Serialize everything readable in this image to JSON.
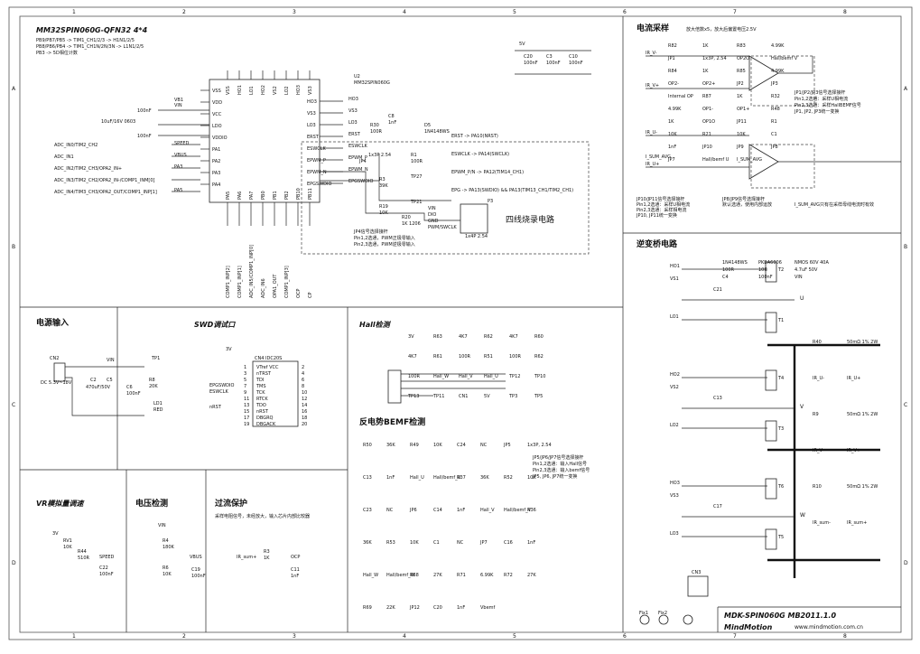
{
  "frame": {
    "cols": [
      "1",
      "2",
      "3",
      "4",
      "5",
      "6",
      "7",
      "8"
    ],
    "rows": [
      "A",
      "B",
      "C",
      "D"
    ]
  },
  "mcu": {
    "title": "MM32SPIN060G-QFN32 4*4",
    "notes": [
      "PB9/PB7/PB5 -> TIM1_CH1/2/3 -> H1N1/2/5",
      "PB8/PB6/PB4 -> TIM1_CH1N/2N/3N -> L1N1/2/5",
      "PB3 -> 5D相位计数"
    ],
    "pins_left": [
      "VSS",
      "VDD",
      "VCC",
      "LDO",
      "VDDIO",
      "PA1",
      "PA2",
      "PA3",
      "PA4"
    ],
    "pins_top": [
      "VSS",
      "HO1",
      "LO1",
      "HO2",
      "VS2",
      "LO2",
      "HO3",
      "VS3"
    ],
    "pins_bottom": [
      "PA5",
      "PA6",
      "PA7",
      "PB0",
      "PB1",
      "PB2",
      "PB10",
      "PB11"
    ],
    "pins_right": [
      "HO3",
      "VS3",
      "LO3",
      "ERST",
      "ESWCLK",
      "EPWM_P",
      "EPWM_N",
      "EPGSWDIO"
    ],
    "u2_label": "U2",
    "u2_part": "MM32SPIN060G",
    "left_nets": [
      "ADC_IN0/TIM2_CH2",
      "ADC_IN1",
      "ADC_IN2/TIM2_CH3/OPA2_IN+",
      "ADC_IN3/TIM2_CH2/OPA2_IN-/COMP1_INM[0]",
      "ADC_IN4/TIM3_CH3/OPA2_OUT/COMP1_INP[1]"
    ],
    "left_vals": [
      "100nF",
      "10uF/16V 0603",
      "100nF"
    ],
    "left_sigs": [
      "VB1",
      "VIN",
      "SPEED",
      "VBUS",
      "PA3",
      "PA5"
    ],
    "bottom_nets": [
      "COMP1_INP[2]",
      "COMP1_INP[1]",
      "ADC_IN5/COMP1_INP[0]",
      "ADC_IN6",
      "OPA1_OUT",
      "COMP1_INP[3]",
      "OCP",
      "CP"
    ],
    "right_map": [
      "ERST -> PA10(NRST)",
      "ESWCLK -> PA14(SWCLK)",
      "EPWM_P/N -> PA12(TIM14_CH1)",
      "EPG -> PA13(SWDIO) && PA13(TIM13_CH1/TIM2_CH1)"
    ],
    "four_wire": "四线烧录电路",
    "jp4_note": [
      "JP4信号选择接杆",
      "Pin1,2选通，PWM正极零输入",
      "Pin2,3选通，PWM逆极零输入"
    ],
    "prog_pins": [
      "VIN",
      "DIO",
      "GND",
      "PWM/SWCLK"
    ],
    "prog_parts": [
      "R19",
      "10K",
      "TP21",
      "R20",
      "1K 1206",
      "R3",
      "39K",
      "1x3P 2.54",
      "JP4",
      "R1",
      "100R",
      "TP27",
      "D5",
      "1N4148WS",
      "R30",
      "100R",
      "C8",
      "1nF",
      "1x4P 2.54",
      "P3"
    ],
    "cap_block": [
      "5V",
      "C20",
      "100nF",
      "C3",
      "100nF",
      "C10",
      "100nF"
    ]
  },
  "current_sample": {
    "title": "电流采样",
    "gain_note": "放大倍数x5，放大后偏置电压2.5V",
    "parts": [
      "R82",
      "1K",
      "R83",
      "4.99K",
      "JP1",
      "1x3P, 2.54",
      "OP2O",
      "Hall/bemf V",
      "R84",
      "1K",
      "R85",
      "4.99K",
      "OP2-",
      "OP2+",
      "JP2",
      "JP3",
      "Internal OP",
      "R87",
      "1K",
      "R32",
      "4.99K",
      "OP1-",
      "OP1+",
      "R48",
      "1K",
      "OP1O",
      "JP11",
      "R1",
      "10K",
      "R21",
      "10K",
      "C1",
      "1nF",
      "JP10",
      "JP9",
      "JP8",
      "JP7",
      "Hall/bemf U",
      "I_SUM_AVG"
    ],
    "nets": [
      "IR_V-",
      "IR_V+",
      "IR_U-",
      "IR_U+",
      "I_SUM_AVG"
    ],
    "jp_note": [
      "JP1/JP2/JP3信号选择接杆",
      "Pin1,2选通：采样U相电流",
      "Pin2,3选通：采样HallBEMF信号",
      "JP1, JP2, JP3统一变换"
    ],
    "jp_note2": [
      "JP10/JP11信号选择接杆",
      "Pin1,2选通：采样U相电流",
      "Pin2,3选通：采样相电流",
      "JP10, JP11统一变换"
    ],
    "jp_note3": [
      "JP8/JP9信号选择接杆",
      "默认选通，使用内部运放"
    ],
    "isum_note": "I_SUM_AVG只有在采样母线电流时有效"
  },
  "bridge": {
    "title": "逆变桥电路",
    "phases": [
      {
        "hi": "HO1",
        "lo": "LO1",
        "vs": "VS1",
        "phase": "U",
        "hq": "T2",
        "lq": "T1",
        "cap": "C21"
      },
      {
        "hi": "HO2",
        "lo": "LO2",
        "vs": "VS2",
        "phase": "V",
        "hq": "T4",
        "lq": "T3",
        "cap": "C13"
      },
      {
        "hi": "HO3",
        "lo": "LO3",
        "vs": "VS3",
        "phase": "W",
        "hq": "T6",
        "lq": "T5",
        "cap": "C17"
      }
    ],
    "part_labels": [
      "1N4148WS",
      "PKBA6006",
      "NMOS 60V 40A",
      "100R",
      "10K",
      "4.7uF 50V",
      "C4",
      "100nF",
      "VIN"
    ],
    "shunt_labels": [
      "R40",
      "50mΩ 1% 2W",
      "IR_U-",
      "IR_U+",
      "R9",
      "50mΩ 1% 2W",
      "IR_V-",
      "IR_V+",
      "R10",
      "50mΩ 1% 2W",
      "IR_sum-",
      "IR_sum+"
    ],
    "connector": "CN3",
    "title_block": "MDK-SPIN060G MB2011.1.0",
    "company": "MindMotion",
    "url": "www.mindmotion.com.cn",
    "holes": [
      "Fix1",
      "Fix2"
    ]
  },
  "power_input": {
    "title": "电源输入",
    "labels": [
      "CN2",
      "DC 5.3V~18V",
      "VIN",
      "TP1",
      "C2",
      "470uF/50V",
      "C5",
      "C6",
      "100nF",
      "R8",
      "20K",
      "LD1",
      "RED"
    ]
  },
  "swd": {
    "title": "SWD调试口",
    "connector": "CN4  IDC20S",
    "left_pins": [
      "1",
      "3",
      "5",
      "7",
      "9",
      "11",
      "13",
      "15",
      "17",
      "19"
    ],
    "right_pins": [
      "2",
      "4",
      "6",
      "8",
      "10",
      "12",
      "14",
      "16",
      "18",
      "20"
    ],
    "pin_names": [
      "VTref VCC",
      "nTRST",
      "TDI",
      "TMS",
      "TCK",
      "RTCK",
      "TDO",
      "nRST",
      "DBGRQ",
      "DBGACK"
    ],
    "nets": [
      "3V",
      "EPGSWDIO",
      "ESWCLK",
      "nRST"
    ]
  },
  "hall": {
    "title": "Hall检测",
    "labels": [
      "3V",
      "R63",
      "4K7",
      "R62",
      "4K7",
      "R60",
      "4K7",
      "R61",
      "100R",
      "R51",
      "100R",
      "R62",
      "100R",
      "Hall_W",
      "Hall_V",
      "Hall_U",
      "TP12",
      "TP10",
      "TP13",
      "TP11",
      "CN1",
      "5V",
      "TP3",
      "TP5"
    ]
  },
  "bemf": {
    "title": "反电势BEMF检测",
    "phases": [
      "U",
      "V",
      "W"
    ],
    "labels": [
      "R50",
      "36K",
      "R49",
      "10K",
      "C24",
      "NC",
      "JP5",
      "1x3P, 2.54",
      "C13",
      "1nF",
      "Hall_U",
      "Hall/bemf_U",
      "R37",
      "36K",
      "R52",
      "10K",
      "C23",
      "NC",
      "JP6",
      "C14",
      "1nF",
      "Hall_V",
      "Hall/bemf_V",
      "R36",
      "36K",
      "R53",
      "10K",
      "C1",
      "NC",
      "JP7",
      "C16",
      "1nF",
      "Hall_W",
      "Hall/bemf_W",
      "R68",
      "27K",
      "R71",
      "6.99K",
      "R72",
      "27K",
      "R69",
      "22K",
      "JP12",
      "C20",
      "1nF",
      "Vbemf"
    ],
    "jp_note": [
      "JP5/JP6/JP7信号选择接杆",
      "Pin1,2选通：输入Hall信号",
      "Pin2,3选通：输入bemf信号",
      "JP5, JP6, JP7统一变换"
    ]
  },
  "vr": {
    "title": "VR模拟量调速",
    "labels": [
      "3V",
      "RV1",
      "10K",
      "R44",
      "510R",
      "SPEED",
      "C22",
      "100nF"
    ]
  },
  "voltage": {
    "title": "电压检测",
    "labels": [
      "VIN",
      "R4",
      "180K",
      "R6",
      "10K",
      "VBUS",
      "C19",
      "100nF"
    ]
  },
  "ocp": {
    "title": "过流保护",
    "note": "采样电阻信号，未经放大，输入芯片内部比较器",
    "labels": [
      "IR_sum+",
      "R3",
      "1K",
      "OCP",
      "C11",
      "1nF"
    ]
  }
}
